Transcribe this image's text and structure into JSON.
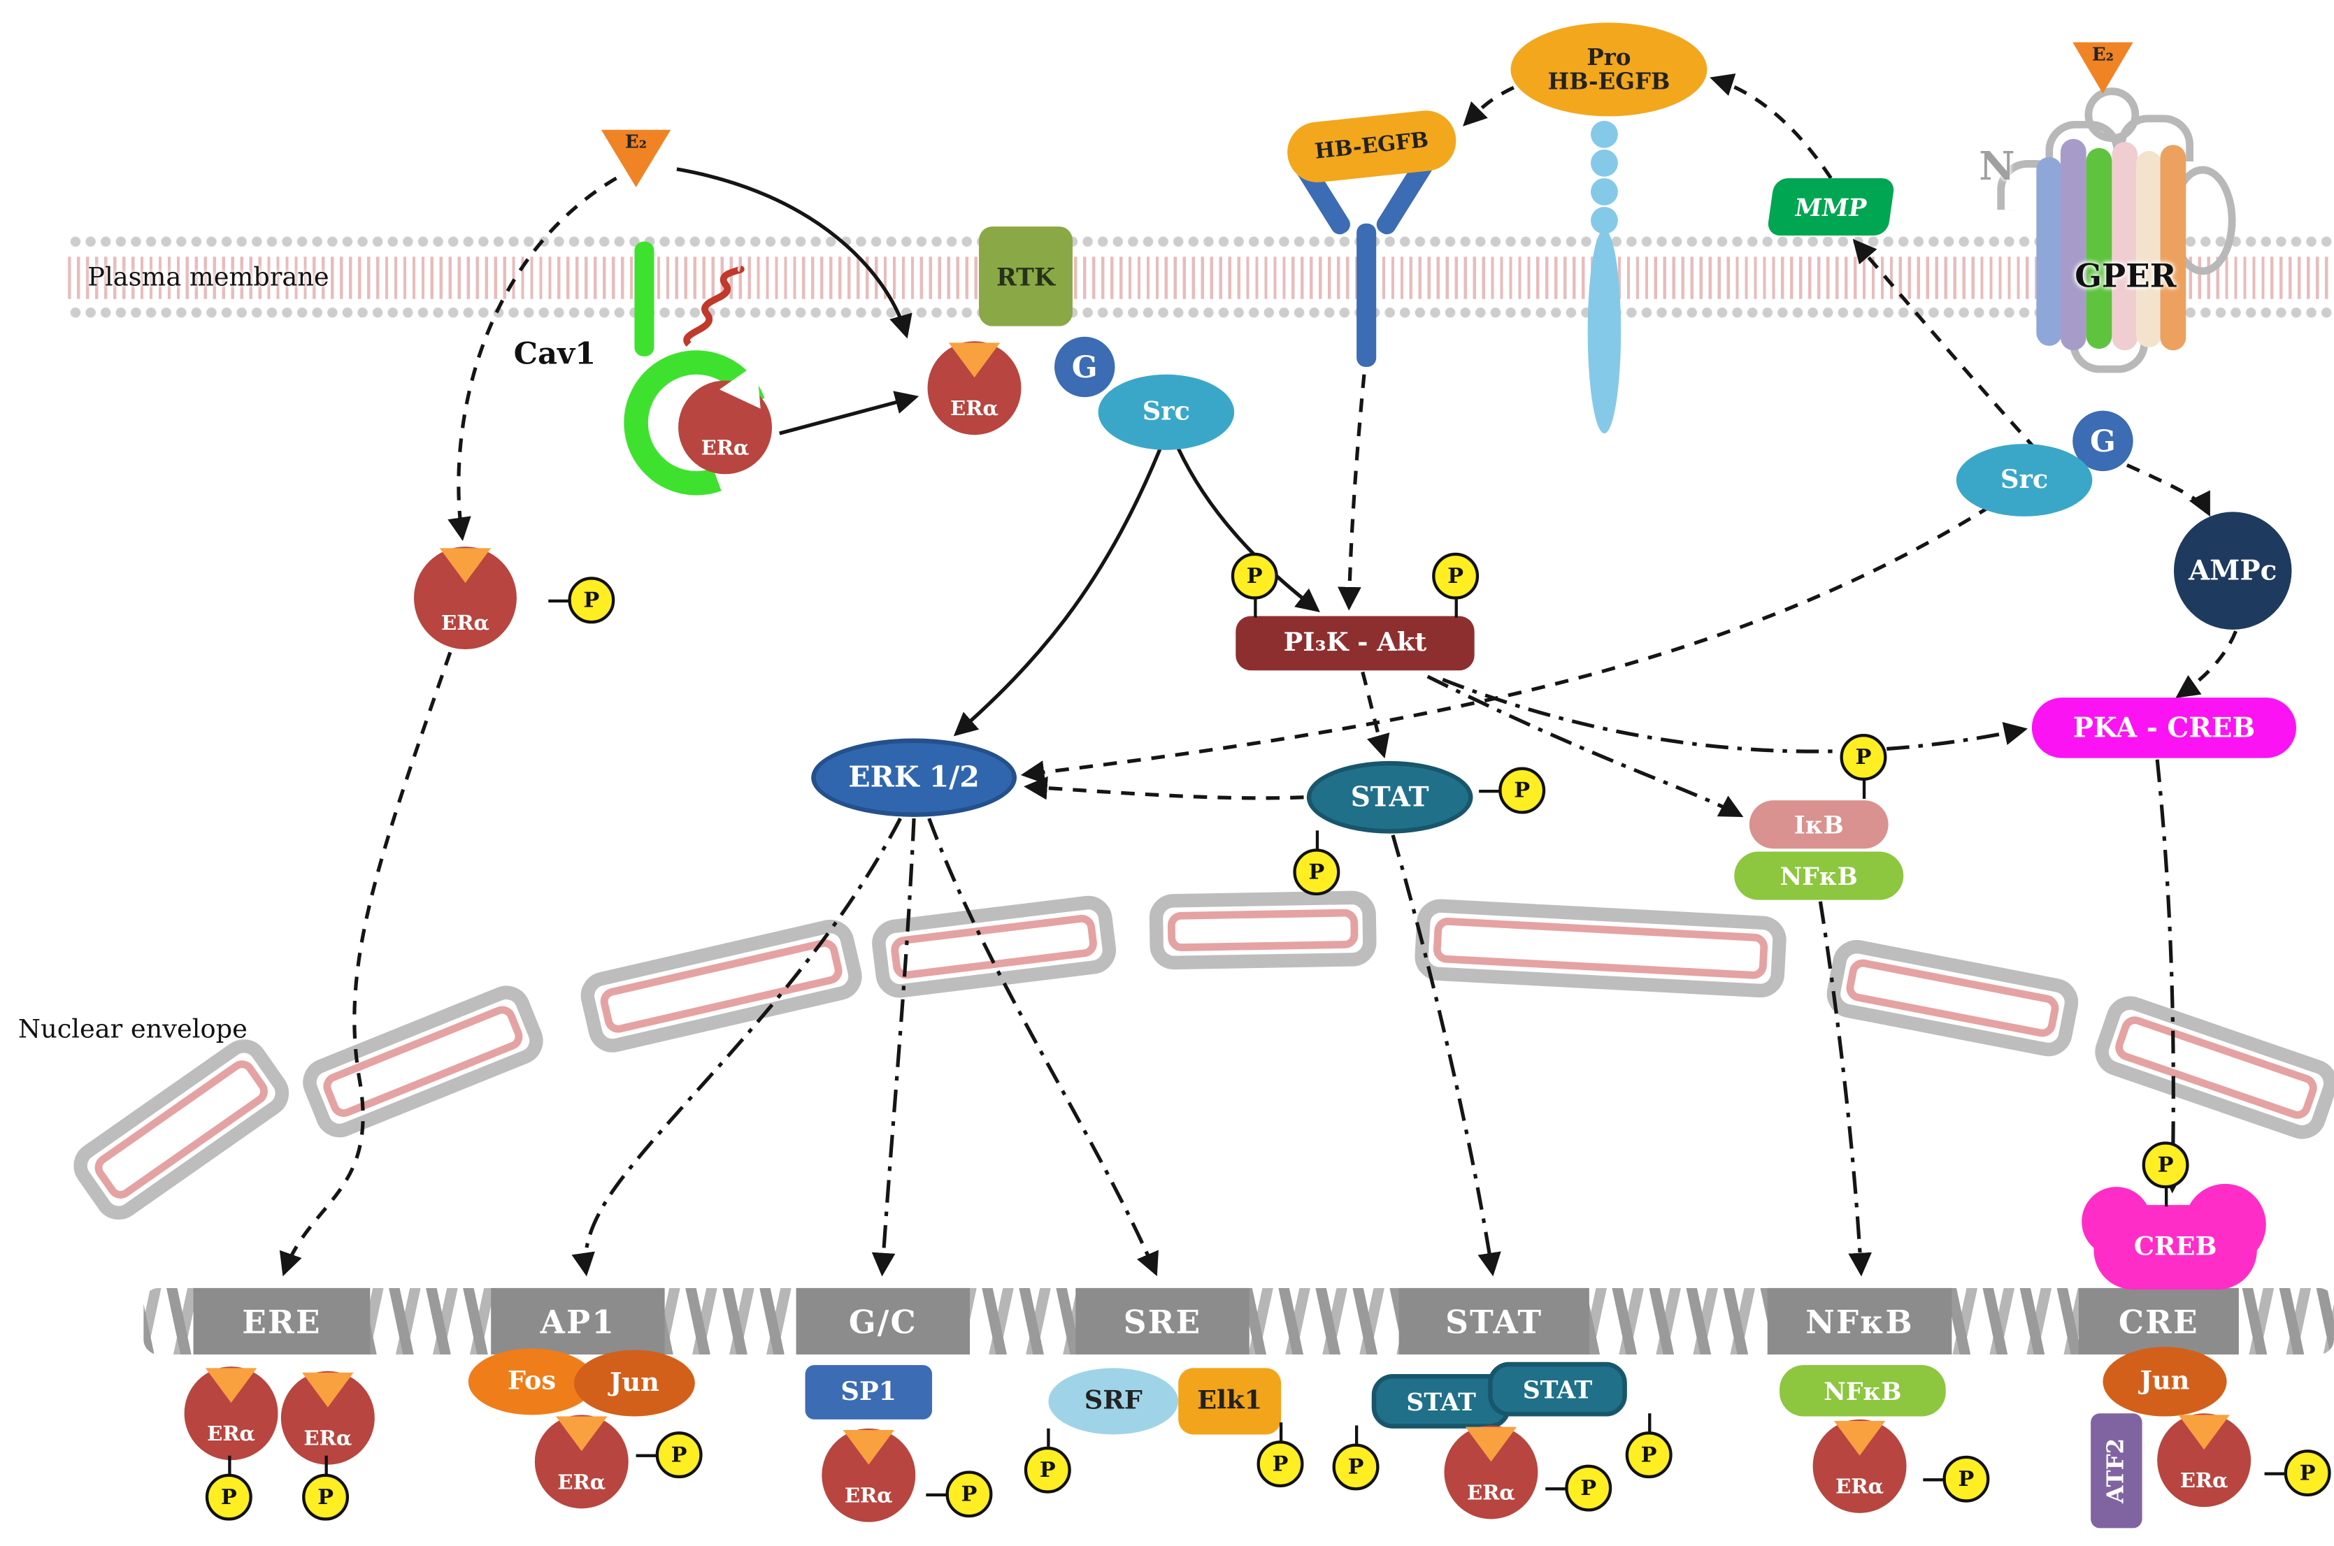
{
  "labels": {
    "plasma_membrane": "Plasma membrane",
    "nuclear_envelope": "Nuclear envelope",
    "e2": "E₂",
    "cav1": "Cav1",
    "era": "ERα",
    "rtk": "RTK",
    "g": "G",
    "src": "Src",
    "hb_egfb": "HB-EGFB",
    "pro_line1": "Pro",
    "pro_line2": "HB-EGFB",
    "mmp": "MMP",
    "gper": "GPER",
    "n_terminus": "N",
    "pi3k_akt": "PI₃K - Akt",
    "erk": "ERK 1/2",
    "stat": "STAT",
    "ikb": "IκB",
    "nfkb": "NFκB",
    "ampc": "AMPc",
    "pka_creb": "PKA - CREB",
    "p": "P",
    "fos": "Fos",
    "jun": "Jun",
    "sp1": "SP1",
    "srf": "SRF",
    "elk1": "Elk1",
    "creb": "CREB",
    "atf2": "ATF2"
  },
  "dna_elements": [
    "ERE",
    "AP1",
    "G/C",
    "SRE",
    "STAT",
    "NFκB",
    "CRE"
  ],
  "colors": {
    "e2_triangle": "#f08324",
    "era_body": "#b8453f",
    "era_ligand_wedge": "#f9a03f",
    "cav1": "#3fe12f",
    "rtk": "#8aa845",
    "g_protein": "#3b6cb4",
    "src": "#3aa7c9",
    "hb_egfb": "#f3a71c",
    "egfr_stalk": "#85c9e8",
    "mmp": "#00a651",
    "ampc": "#1e3a5f",
    "pka_creb": "#fb13f3",
    "pi3k_akt": "#8e2f2f",
    "erk": "#2f66ae",
    "stat": "#20708a",
    "ikb": "#d9928f",
    "nfkb": "#8dc63f",
    "phospho": "#feee22",
    "dna_box": "#8c8c8c",
    "fos": "#ef7d1a",
    "jun": "#d2601a",
    "sp1": "#3b6cb4",
    "srf": "#9fd4e8",
    "elk1": "#f2a41a",
    "creb": "#ff2dc8",
    "atf2": "#8064a2"
  }
}
